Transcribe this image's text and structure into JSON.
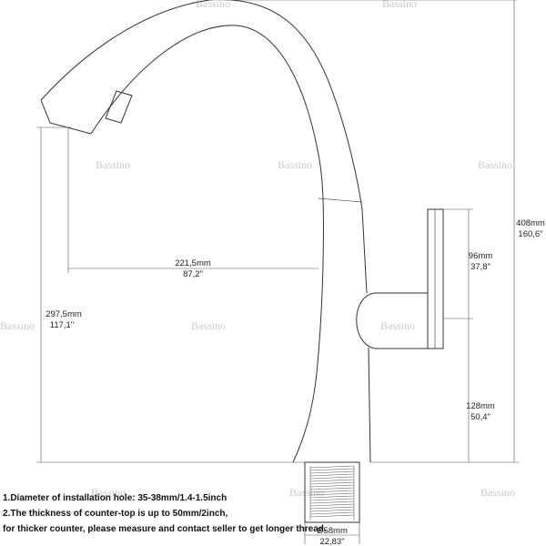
{
  "watermark": "Bassino",
  "dimensions": {
    "spout_reach": {
      "mm": "221,5mm",
      "inch": "87,2\""
    },
    "spout_height": {
      "mm": "297,5mm",
      "inch": "117,1\""
    },
    "total_height": {
      "mm": "408mm",
      "inch": "160,6\""
    },
    "handle_height": {
      "mm": "96mm",
      "inch": "37,8\""
    },
    "lower_height": {
      "mm": "128mm",
      "inch": "50,4\""
    },
    "base_diameter": {
      "mm": "Ø58mm",
      "inch": "22,83\""
    }
  },
  "notes": {
    "line1": "1.Diameter of installation hole: 35-38mm/1.4-1.5inch",
    "line2": "2.The thickness of counter-top is up to 50mm/2inch,",
    "line3": "for thicker counter, please measure and contact seller to get longer thread."
  }
}
